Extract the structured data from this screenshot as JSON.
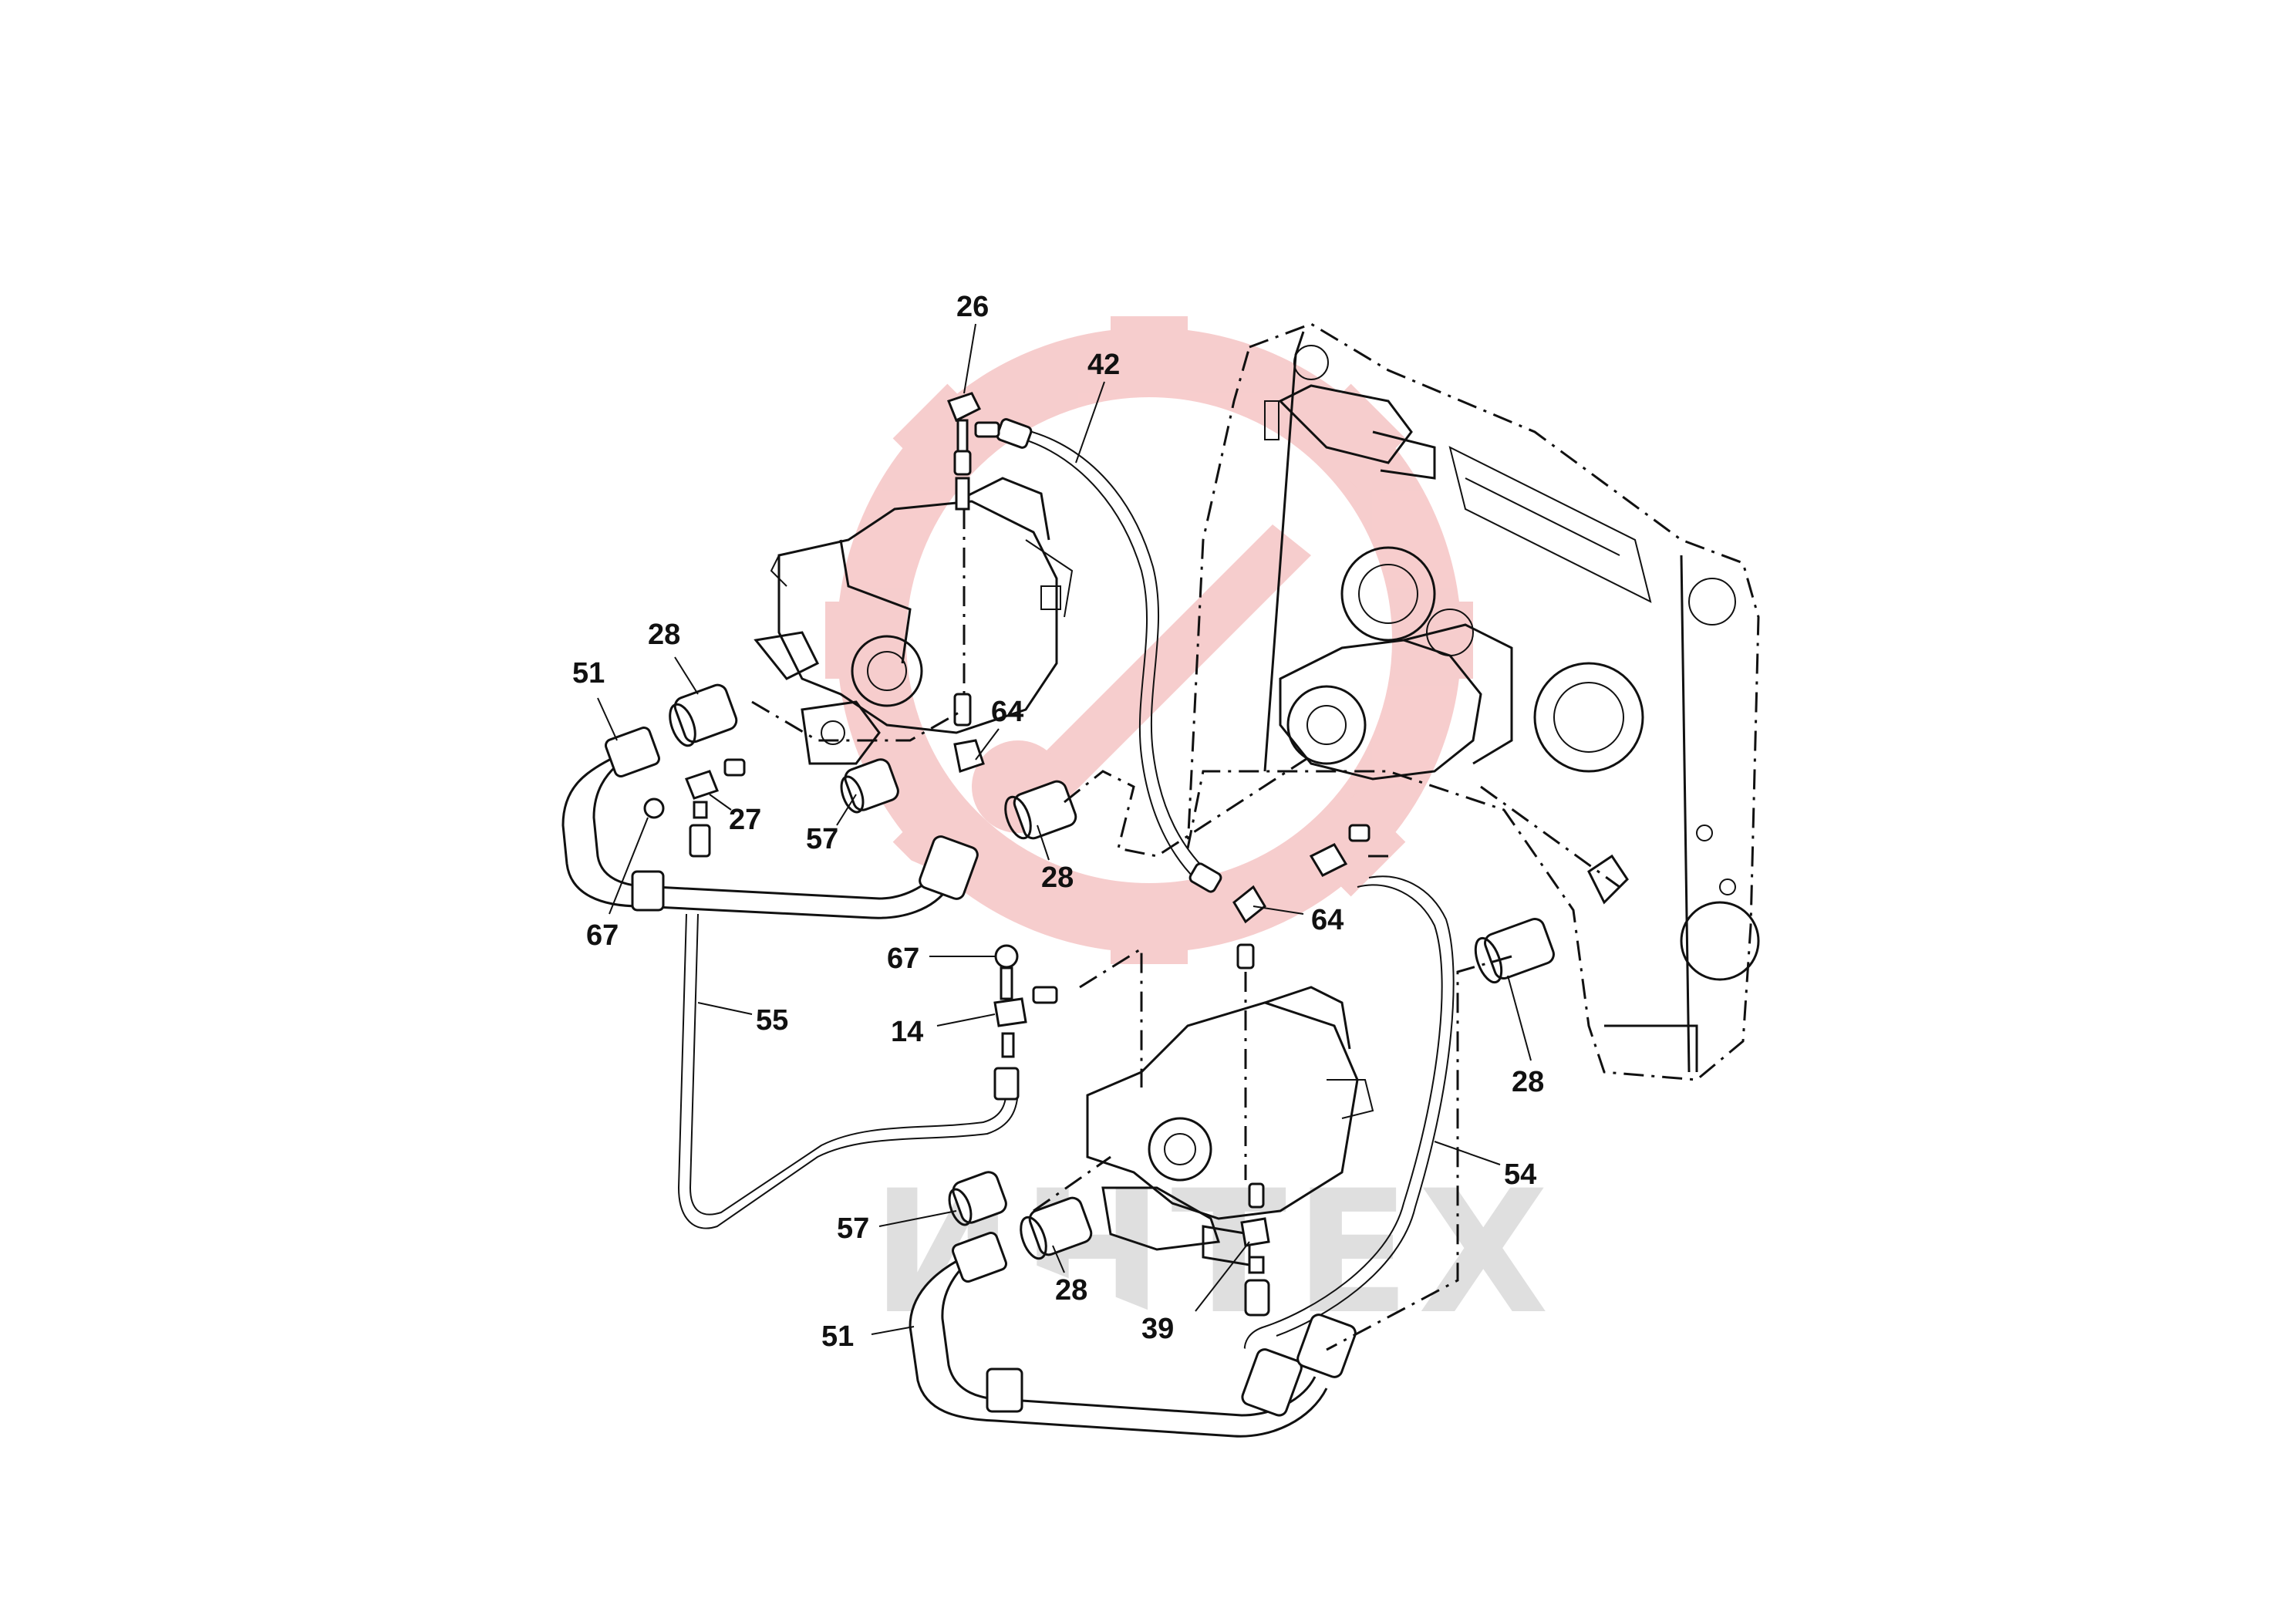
{
  "watermark": {
    "text": "ИНТЕХ",
    "logo_color": "#f6c8c8",
    "text_color": "#d9d9d9"
  },
  "callouts": [
    {
      "id": "c26",
      "label": "26"
    },
    {
      "id": "c42",
      "label": "42"
    },
    {
      "id": "c28a",
      "label": "28"
    },
    {
      "id": "c51a",
      "label": "51"
    },
    {
      "id": "c64a",
      "label": "64"
    },
    {
      "id": "c27",
      "label": "27"
    },
    {
      "id": "c57a",
      "label": "57"
    },
    {
      "id": "c28b",
      "label": "28"
    },
    {
      "id": "c67a",
      "label": "67"
    },
    {
      "id": "c64b",
      "label": "64"
    },
    {
      "id": "c67b",
      "label": "67"
    },
    {
      "id": "c55",
      "label": "55"
    },
    {
      "id": "c14",
      "label": "14"
    },
    {
      "id": "c28c",
      "label": "28"
    },
    {
      "id": "c54",
      "label": "54"
    },
    {
      "id": "c57b",
      "label": "57"
    },
    {
      "id": "c28d",
      "label": "28"
    },
    {
      "id": "c39",
      "label": "39"
    },
    {
      "id": "c51b",
      "label": "51"
    }
  ]
}
